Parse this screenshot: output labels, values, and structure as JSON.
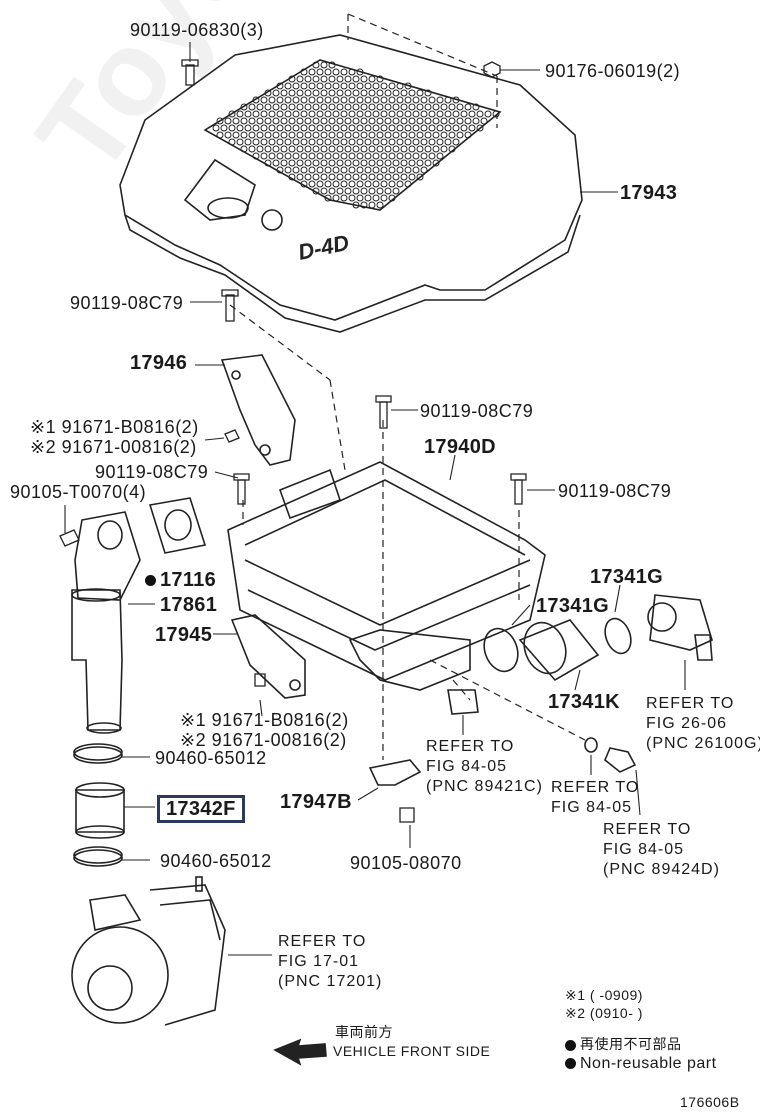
{
  "watermark": "ToyotaCarMine.ru",
  "parts": {
    "p1": "90119-06830(3)",
    "p2": "90176-06019(2)",
    "p3": "17943",
    "p4": "90119-08C79",
    "p5": "17946",
    "p6": "90119-08C79",
    "p7a": "※1 91671-B0816(2)",
    "p7b": "※2 91671-00816(2)",
    "p8": "17940D",
    "p9": "90119-08C79",
    "p10": "90105-T0070(4)",
    "p11": "90119-08C79",
    "p12": "17116",
    "p13": "17861",
    "p14": "17341G",
    "p15": "17341G",
    "p16": "17945",
    "p17": "17341K",
    "p18a": "※1 91671-B0816(2)",
    "p18b": "※2 91671-00816(2)",
    "p19": "90460-65012",
    "p20": "17342F",
    "p21": "17947B",
    "p22": "90105-08070",
    "p23": "90460-65012"
  },
  "refs": {
    "r1": [
      "REFER TO",
      "FIG 26-06",
      "(PNC 26100G)"
    ],
    "r2": [
      "REFER TO",
      "FIG 84-05",
      "(PNC 89421C)"
    ],
    "r3": [
      "REFER TO",
      "FIG 84-05"
    ],
    "r4": [
      "REFER TO",
      "FIG 84-05",
      "(PNC 89424D)"
    ],
    "r5": [
      "REFER TO",
      "FIG 17-01",
      "(PNC 17201)"
    ]
  },
  "legend": {
    "note1": "※1 (      -0909)",
    "note2": "※2 (0910-      )",
    "nonreusable_jp": "再使用不可部品",
    "nonreusable_en": "Non-reusable part",
    "front_jp": "車両前方",
    "front_en": "VEHICLE FRONT SIDE"
  },
  "figure_id": "176606B",
  "engine_badge": "D-4D"
}
